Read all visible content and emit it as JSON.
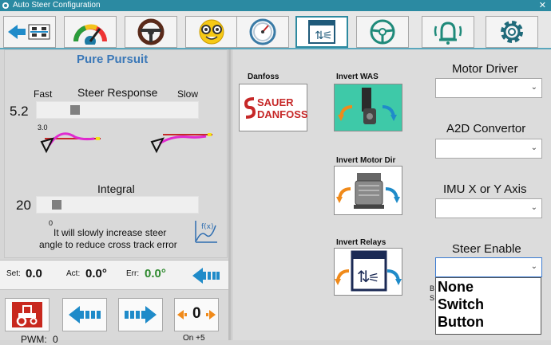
{
  "window": {
    "title": "Auto Steer Configuration",
    "close_glyph": "✕"
  },
  "tabs": [
    {
      "name": "tab-back",
      "icon": "back-arrow-icon"
    },
    {
      "name": "tab-gauge",
      "icon": "gauge-icon"
    },
    {
      "name": "tab-steering-wheel",
      "icon": "steering-wheel-icon"
    },
    {
      "name": "tab-nerd",
      "icon": "nerd-face-icon"
    },
    {
      "name": "tab-speedometer",
      "icon": "speedometer-icon"
    },
    {
      "name": "tab-settings-switch",
      "icon": "switch-settings-icon",
      "active": true
    },
    {
      "name": "tab-steering-wheel-2",
      "icon": "steering-wheel-icon"
    },
    {
      "name": "tab-alarm",
      "icon": "alarm-icon"
    },
    {
      "name": "tab-gear",
      "icon": "gear-icon"
    }
  ],
  "left": {
    "title": "Pure Pursuit",
    "fast": "Fast",
    "slow": "Slow",
    "steer_response_label": "Steer Response",
    "steer_response_value": "5.2",
    "look_ahead_value": "3.0",
    "integral_label": "Integral",
    "integral_value": "20",
    "integral_min": "0",
    "integral_help_line1": "It will slowly increase steer",
    "integral_help_line2": "angle to reduce cross track error",
    "steer_response_level": 0.22,
    "integral_level": 0.1
  },
  "status": {
    "set_label": "Set:",
    "set_value": "0.0",
    "act_label": "Act:",
    "act_value": "0.0°",
    "err_label": "Err:",
    "err_value": "0.0°"
  },
  "bottom": {
    "pwm_label": "PWM:",
    "pwm_value": "0",
    "center_value": "0",
    "offset_text": "On +5"
  },
  "right": {
    "danfoss_label": "Danfoss",
    "danfoss_logo_line1": "SAUER",
    "danfoss_logo_line2": "DANFOSS",
    "invert_was_label": "Invert WAS",
    "invert_motor_label": "Invert Motor Dir",
    "invert_relays_label": "Invert Relays",
    "motor_driver_label": "Motor Driver",
    "a2d_label": "A2D Convertor",
    "imu_label": "IMU X or Y Axis",
    "steer_enable_label": "Steer Enable",
    "steer_enable_options": [
      "None",
      "Switch",
      "Button"
    ],
    "partial_b": "B",
    "partial_s": "S"
  },
  "colors": {
    "accent": "#2d8aa0",
    "title_blue": "#3b78b8",
    "err_green": "#2f8a2f",
    "arrow_blue": "#1f8bc9",
    "arrow_orange": "#f08a1a",
    "tractor_red": "#c8281e"
  }
}
